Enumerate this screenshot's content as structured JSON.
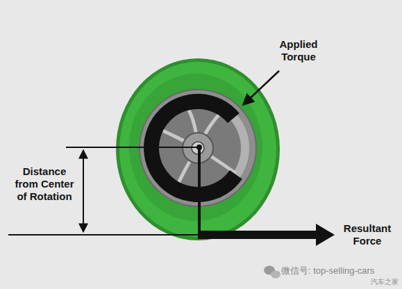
{
  "diagram": {
    "labels": [
      "Applied Torque",
      "Distance from Center of Rotation",
      "Resultant Force",
      "微信号: top-selling-cars",
      "汽车之家"
    ]
  }
}
